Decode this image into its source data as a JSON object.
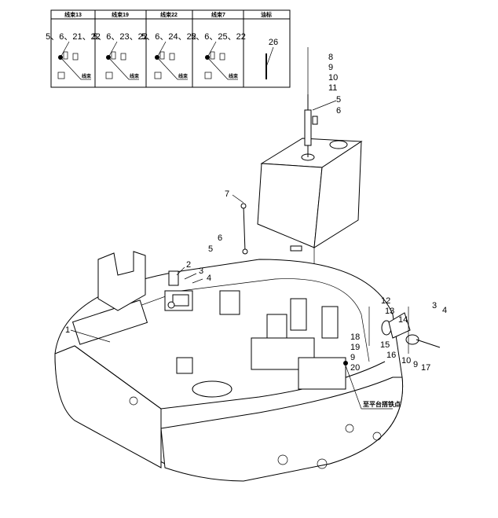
{
  "table": {
    "headers": [
      "线束13",
      "线束19",
      "线束22",
      "线束7",
      "油标"
    ],
    "cells": [
      "5、6、21、22",
      "5、6、23、22",
      "5、6、24、22",
      "5、6、25、22",
      "26"
    ],
    "sub_label": "线束"
  },
  "callouts": {
    "c1": "1",
    "c2": "2",
    "c3a": "3",
    "c4a": "4",
    "c5a": "5",
    "c6a": "6",
    "c7": "7",
    "c5b": "5",
    "c6b": "6",
    "c8": "8",
    "c9a": "9",
    "c10a": "10",
    "c11": "11",
    "c12": "12",
    "c13": "13",
    "c14": "14",
    "c15": "15",
    "c16": "16",
    "c3b": "3",
    "c4b": "4",
    "c10b": "10",
    "c9b": "9",
    "c17": "17",
    "c18": "18",
    "c19": "19",
    "c9c": "9",
    "c20": "20"
  },
  "ground_note": "至平台搭铁点"
}
